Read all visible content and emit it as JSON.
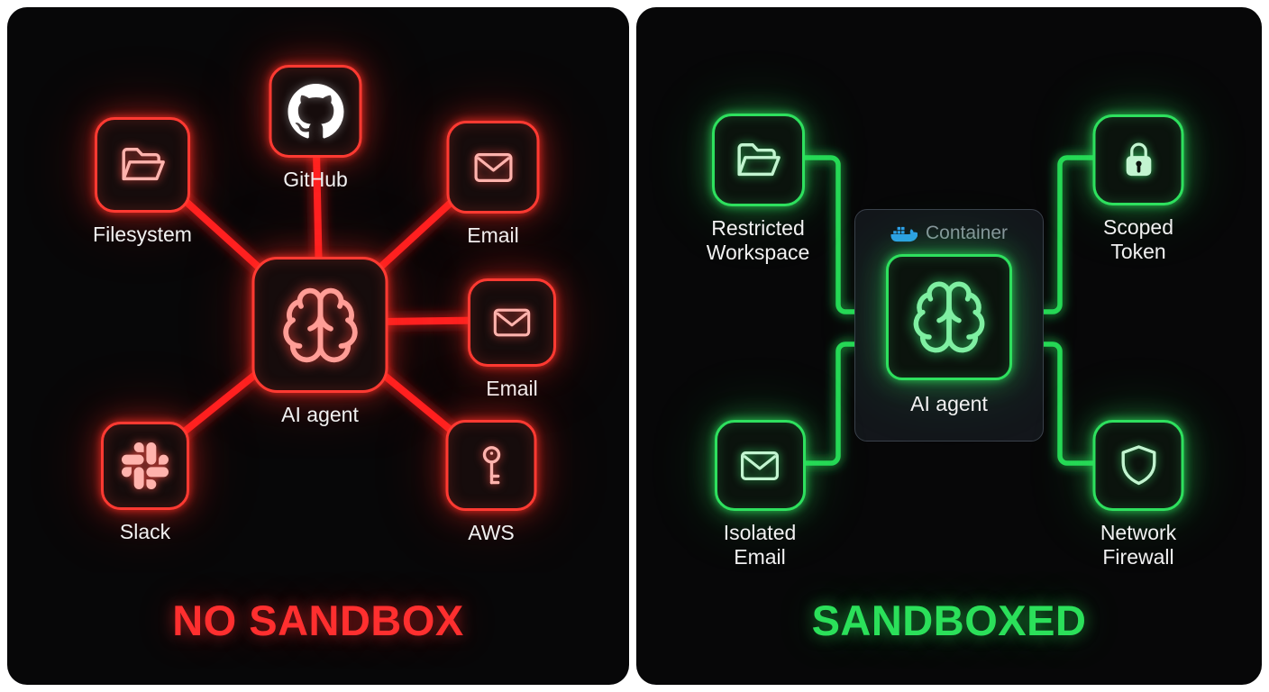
{
  "no_sandbox": {
    "title": "NO SANDBOX",
    "accent_color": "#ff2e2e",
    "line_color": "#ff2222",
    "agent": {
      "label": "AI agent",
      "icon": "brain-icon"
    },
    "nodes": [
      {
        "id": "filesystem",
        "label": "Filesystem",
        "icon": "folder-icon"
      },
      {
        "id": "github",
        "label": "GitHub",
        "icon": "github-icon"
      },
      {
        "id": "email-top",
        "label": "Email",
        "icon": "envelope-icon"
      },
      {
        "id": "email-right",
        "label": "Email",
        "icon": "envelope-icon"
      },
      {
        "id": "slack",
        "label": "Slack",
        "icon": "slack-icon"
      },
      {
        "id": "aws",
        "label": "AWS",
        "icon": "key-icon"
      }
    ]
  },
  "sandboxed": {
    "title": "SANDBOXED",
    "accent_color": "#2ee05e",
    "line_color": "#27d957",
    "container": {
      "label": "Container",
      "icon": "docker-icon",
      "docker_blue": "#2e9fee"
    },
    "agent": {
      "label": "AI agent",
      "icon": "brain-icon"
    },
    "nodes": [
      {
        "id": "restricted-workspace",
        "label": "Restricted Workspace",
        "icon": "folder-icon"
      },
      {
        "id": "scoped-token",
        "label": "Scoped Token",
        "icon": "lock-icon"
      },
      {
        "id": "isolated-email",
        "label": "Isolated Email",
        "icon": "envelope-icon"
      },
      {
        "id": "network-firewall",
        "label": "Network Firewall",
        "icon": "shield-icon"
      }
    ]
  }
}
